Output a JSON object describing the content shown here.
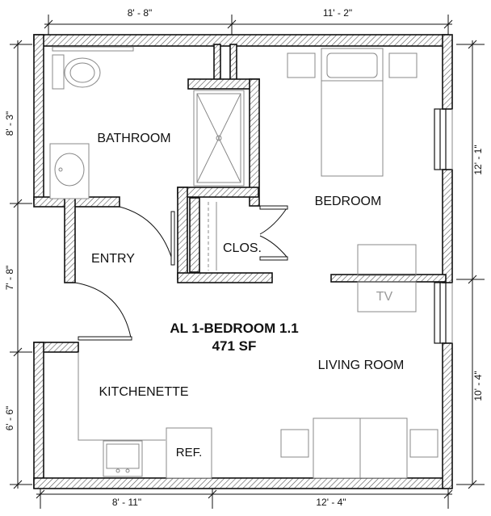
{
  "plan": {
    "title": "AL 1-BEDROOM 1.1",
    "area": "471 SF"
  },
  "rooms": {
    "bathroom": "BATHROOM",
    "bedroom": "BEDROOM",
    "entry": "ENTRY",
    "closet": "CLOS.",
    "living_room": "LIVING ROOM",
    "kitchenette": "KITCHENETTE",
    "refrigerator": "REF.",
    "tv": "TV"
  },
  "dimensions": {
    "top_left": "8' - 8\"",
    "top_right": "11' - 2\"",
    "bottom_left": "8' - 11\"",
    "bottom_right": "12' - 4\"",
    "left_top": "8' - 3\"",
    "left_middle": "7' - 8\"",
    "left_bottom": "6' - 6\"",
    "right_top": "12' - 1\"",
    "right_bottom": "10' - 4\""
  }
}
